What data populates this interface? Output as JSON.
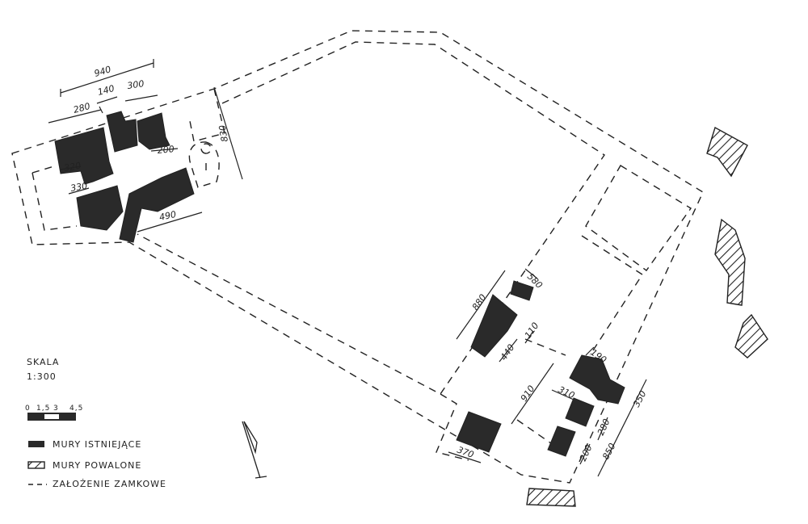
{
  "title": "Plan zamku",
  "scale": {
    "heading": "SKALA",
    "ratio": "1:300",
    "ticks": [
      "0",
      "1,5",
      "3",
      "4,5"
    ]
  },
  "legend": [
    {
      "symbol": "solid",
      "label": "MURY ISTNIEJĄCE"
    },
    {
      "symbol": "hatched",
      "label": "MURY POWALONE"
    },
    {
      "symbol": "dashed",
      "label": "ZAŁOŻENIE ZAMKOWE"
    }
  ],
  "dimensions": {
    "d940": "940",
    "d280": "280",
    "d140": "140",
    "d300": "300",
    "d200a": "200",
    "d320": "320",
    "d330": "330",
    "d490": "490",
    "d830": "830",
    "d880": "880",
    "d580": "580",
    "d440": "440",
    "d110": "110",
    "d190": "190",
    "d910": "910",
    "d310": "310",
    "d370": "370",
    "d280b": "280",
    "d200b": "200",
    "d850": "850",
    "d350": "350"
  },
  "colors": {
    "ink": "#222222",
    "paper": "#ffffff"
  }
}
